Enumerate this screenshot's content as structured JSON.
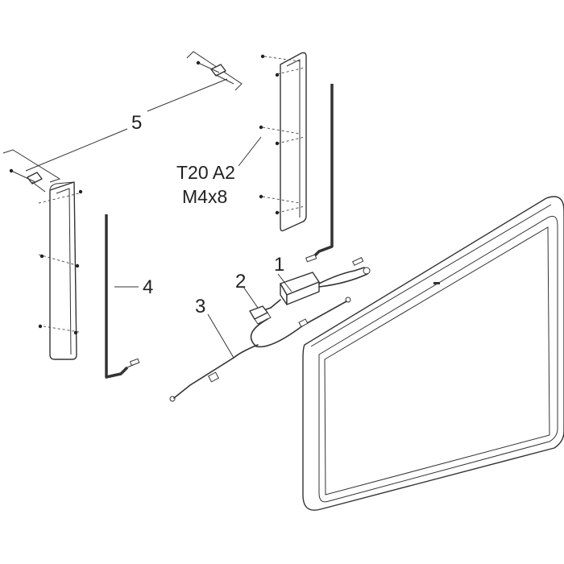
{
  "labels": {
    "part1": "1",
    "part2": "2",
    "part3": "3",
    "part4": "4",
    "part5": "5",
    "screw_spec_line1": "T20 A2",
    "screw_spec_line2": "M4x8"
  },
  "colors": {
    "line": "#333333",
    "mirror_tint_center": "#d6cccf",
    "mirror_tint_edge": "#f7e9ee",
    "frame": "#ffffff"
  }
}
